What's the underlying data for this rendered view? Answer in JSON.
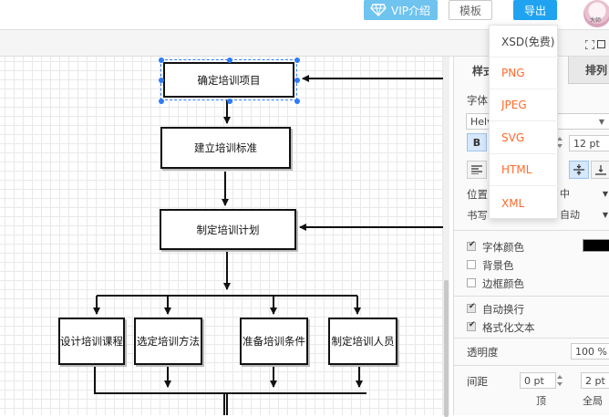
{
  "topbar": {
    "vip_label": "VIP介绍",
    "template_label": "模板",
    "export_label": "导出",
    "avatar_text": "大师"
  },
  "export_menu": {
    "items": [
      "XSD(免费)",
      "PNG",
      "JPEG",
      "SVG",
      "HTML",
      "XML"
    ]
  },
  "diagram": {
    "nodes": {
      "n1": "确定培训项目",
      "n2": "建立培训标准",
      "n3": "制定培训计划",
      "n4": "设计培训课程",
      "n5": "选定培训方法",
      "n6": "准备培训条件",
      "n7": "制定培训人员"
    }
  },
  "panel": {
    "tab_style": "样式",
    "tab_arrange": "排列",
    "font_label": "字体",
    "font_value": "Helvetica",
    "bold": "B",
    "font_size": "12 pt",
    "position_label": "位置",
    "position_value": "中",
    "writing_label": "书写",
    "writing_value": "自动",
    "font_color_label": "字体颜色",
    "font_color": "#000000",
    "bg_color_label": "背景色",
    "border_color_label": "边框颜色",
    "wrap_label": "自动换行",
    "formatted_label": "格式化文本",
    "opacity_label": "透明度",
    "opacity_value": "100 %",
    "spacing_label": "间距",
    "spacing_top_value": "0 pt",
    "spacing_all_value": "2 pt",
    "spacing_top_caption": "顶",
    "spacing_all_caption": "全局"
  },
  "colors": {
    "accent": "#1fa3f0",
    "vip": "#6fc3ef",
    "menu_text": "#ff6a2b",
    "selection": "#2d7bf6"
  }
}
